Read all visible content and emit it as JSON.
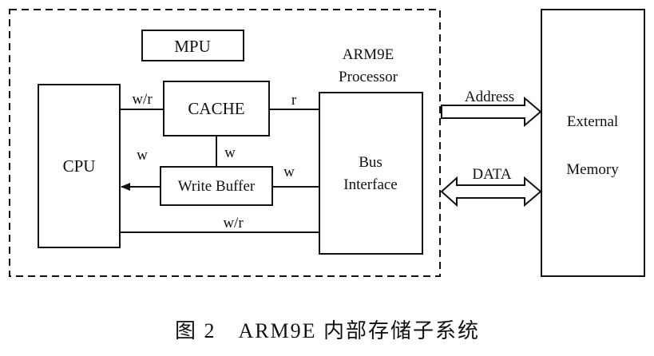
{
  "blocks": {
    "mpu": "MPU",
    "processor_line1": "ARM9E",
    "processor_line2": "Processor",
    "cpu": "CPU",
    "cache": "CACHE",
    "write_buffer": "Write Buffer",
    "bus_interface_line1": "Bus",
    "bus_interface_line2": "Interface",
    "external_memory_line1": "External",
    "external_memory_line2": "Memory"
  },
  "links": {
    "cpu_cache": "w/r",
    "cache_bus": "r",
    "cache_write_buffer": "w",
    "write_buffer_cpu": "w",
    "bus_write_buffer": "w",
    "cpu_bus": "w/r",
    "address": "Address",
    "data": "DATA"
  },
  "caption": "图 2　ARM9E 内部存储子系统"
}
